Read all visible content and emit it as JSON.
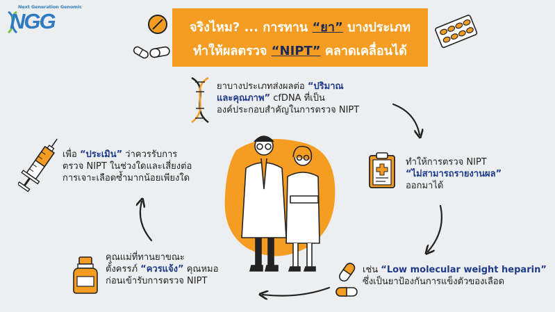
{
  "logo": {
    "tagline": "Next Generation Genomic",
    "mark": "NGG"
  },
  "banner": {
    "line1_pre": "จริงไหม? ... การทาน ",
    "line1_hl": "“ยา”",
    "line1_post": " บางประเภท",
    "line2_pre": "ทำให้ผลตรวจ ",
    "line2_hl": "“NIPT”",
    "line2_post": " คลาดเคลื่อนได้"
  },
  "point1": {
    "line1_pre": "ยาบางประเภทส่งผลต่อ ",
    "line1_hl": "“ปริมาณ",
    "line2_hl": "และคุณภาพ”",
    "line2_post": " cfDNA ที่เป็น",
    "line3": "องค์ประกอบสำคัญในการตรวจ NIPT"
  },
  "point2": {
    "line1": "ทำให้การตรวจ NIPT",
    "line2_hl": "“ไม่สามารถรายงานผล”",
    "line3": "ออกมาได้"
  },
  "point3": {
    "line1_pre": "เช่น ",
    "line1_hl": "“Low molecular weight heparin”",
    "line2": "ซึ่งเป็นยาป้องกันการแข็งตัวของเลือด"
  },
  "point4": {
    "line1": "คุณแม่ที่ทานยาขณะ",
    "line2_pre": "ตั้งครรภ์ ",
    "line2_hl": "“ควรแจ้ง”",
    "line2_post": " คุณหมอ",
    "line3": "ก่อนเข้ารับการตรวจ NIPT"
  },
  "point5": {
    "line1_pre": "เพื่อ ",
    "line1_hl": "“ประเมิน”",
    "line1_post": " ว่าควรรับการ",
    "line2": "ตรวจ NIPT ในช่วงใดและเสี่ยงต่อ",
    "line3": "การเจาะเลือดซ้ำมากน้อยเพียงใด"
  },
  "colors": {
    "accent": "#f59d22",
    "highlight": "#1e3a8a",
    "background": "#eceef0",
    "logo": "#2f7bc3"
  },
  "icons": [
    "pill-icon",
    "blister-pack-icon",
    "dna-icon",
    "clipboard-icon",
    "capsule-icon",
    "medicine-bottle-icon",
    "syringe-icon",
    "doctors-illustration",
    "arrow-icon"
  ]
}
